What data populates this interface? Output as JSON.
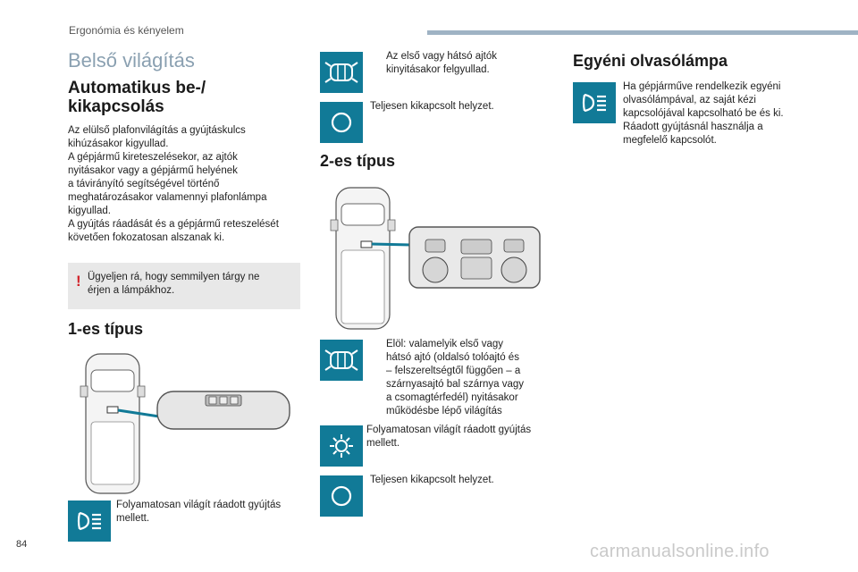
{
  "header": {
    "section": "Ergonómia és kényelem"
  },
  "page_title": "Belső világítás",
  "auto": {
    "heading": "Automatikus be-/ kikapcsolás",
    "lines": [
      "Az elülső plafonvilágítás a gyújtáskulcs",
      "kihúzásakor kigyullad.",
      "A gépjármű kireteszelésekor, az ajtók",
      "nyitásakor vagy a gépjármű helyének",
      "a távirányító segítségével történő",
      "meghatározásakor valamennyi plafonlámpa",
      "kigyullad.",
      "A gyújtás ráadását és a gépjármű reteszelését",
      "követően fokozatosan alszanak ki."
    ],
    "warning_mark": "!",
    "warning_lines": [
      "Ügyeljen rá, hogy semmilyen tárgy ne",
      "érjen a lámpákhoz."
    ]
  },
  "type1": {
    "heading": "1-es típus",
    "item_lines": [
      "Folyamatosan világít ráadott gyújtás",
      "mellett."
    ],
    "icon": "headlamp-icon"
  },
  "col2": {
    "door_lines": [
      "Az első vagy hátsó ajtók",
      "kinyitásakor felgyullad."
    ],
    "off_text": "Teljesen kikapcsolt helyzet.",
    "type2_heading": "2-es típus",
    "door2_lines": [
      "Elöl: valamelyik első vagy",
      "hátsó ajtó (oldalsó tolóajtó és",
      "– felszereltségtől függően – a",
      "szárnyasajtó bal szárnya vagy",
      "a csomagtérfedél) nyitásakor",
      "működésbe lépő világítás"
    ],
    "on_lines": [
      "Folyamatosan világít ráadott gyújtás",
      "mellett."
    ],
    "off2_text": "Teljesen kikapcsolt helyzet."
  },
  "egyeni": {
    "heading": "Egyéni olvasólámpa",
    "lines": [
      "Ha gépjárműve rendelkezik egyéni",
      "olvasólámpával, az saját kézi",
      "kapcsolójával kapcsolható be és ki.",
      "Ráadott gyújtásnál használja a",
      "megfelelő kapcsolót."
    ]
  },
  "footer": {
    "page_number": "84",
    "watermark": "carmanualsonline.info"
  },
  "colors": {
    "accent": "#117a97",
    "title": "#8aa0b1",
    "warning": "#d2232a",
    "header_bar": "#9fb3c4"
  }
}
